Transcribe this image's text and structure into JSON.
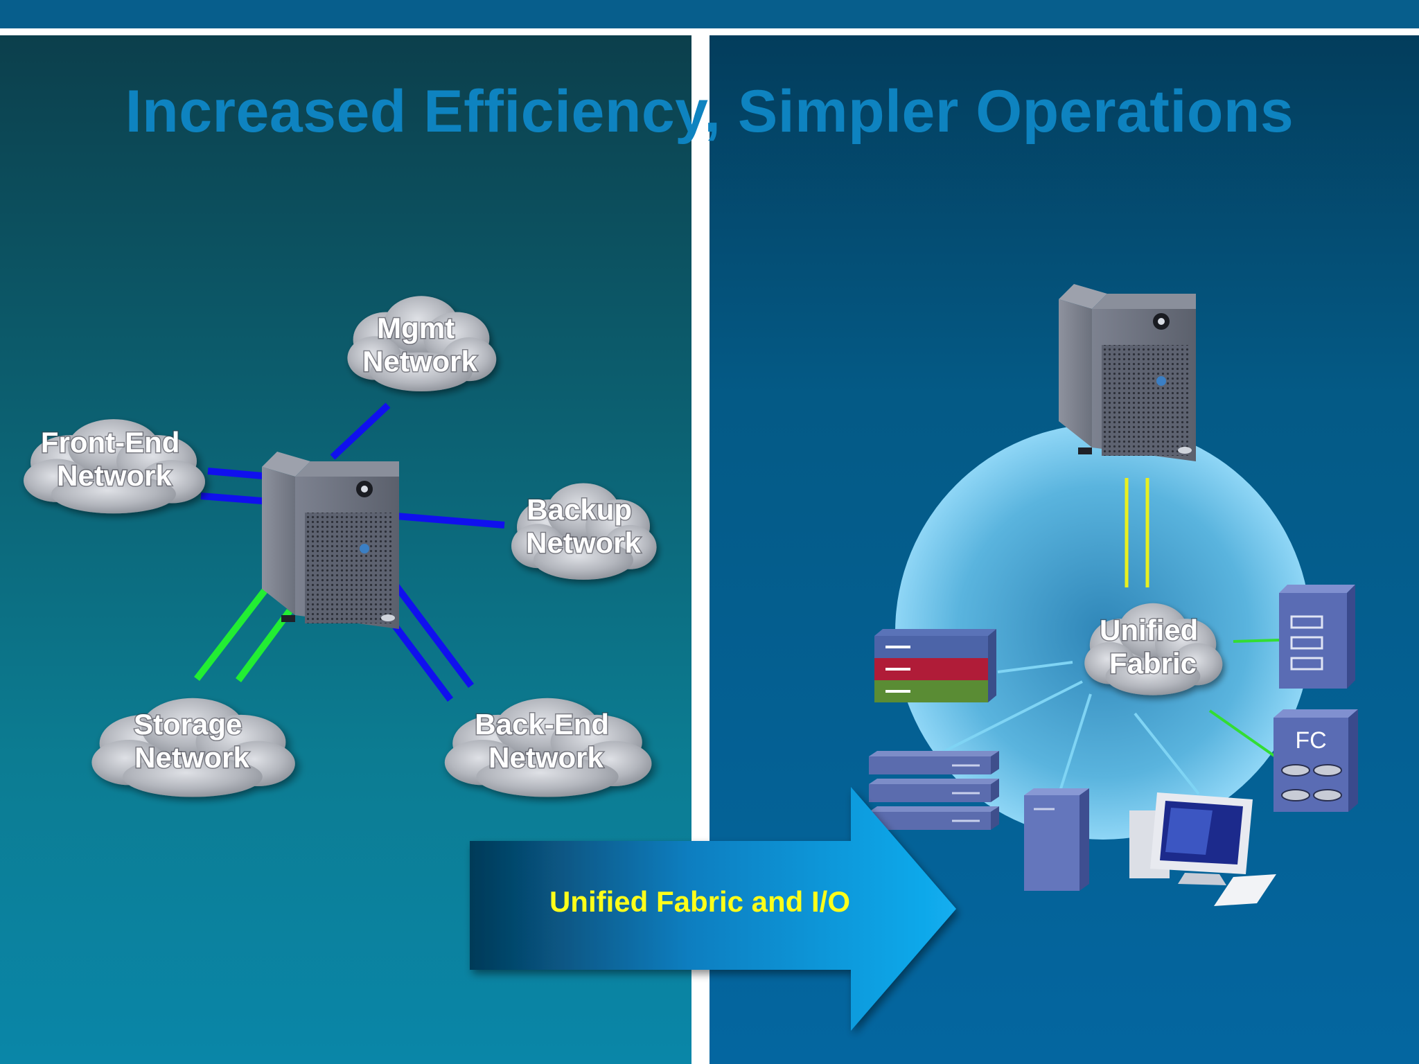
{
  "slide": {
    "title": "Increased Efficiency, Simpler Operations"
  },
  "left_diagram": {
    "clouds": {
      "mgmt": [
        "Mgmt",
        "Network"
      ],
      "frontend": [
        "Front-End",
        "Network"
      ],
      "backup": [
        "Backup",
        "Network"
      ],
      "storage": [
        "Storage",
        "Network"
      ],
      "backend": [
        "Back-End",
        "Network"
      ]
    },
    "link_colors": {
      "ethernet": "#1010ee",
      "storage": "#22ee33"
    }
  },
  "right_diagram": {
    "fabric_cloud": [
      "Unified",
      "Fabric"
    ],
    "storage_array_label": "FC",
    "colors": {
      "server_links": "#e8f020",
      "fabric_links": "#7fd4f4",
      "storage_links": "#33dd33",
      "halo": "#7fd0f0"
    }
  },
  "transition_arrow": {
    "label": "Unified Fabric and I/O",
    "label_color": "#ffff1a"
  }
}
